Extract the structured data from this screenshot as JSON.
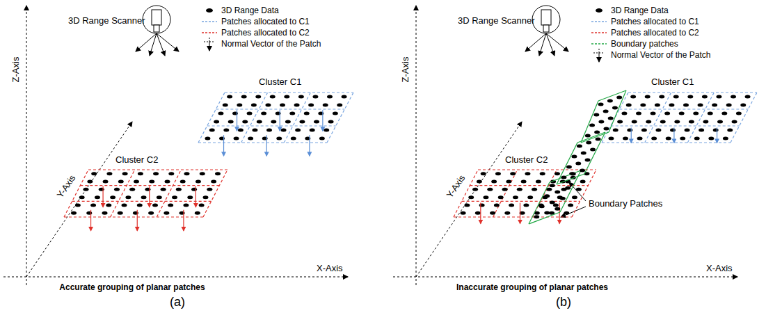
{
  "diagram": {
    "labels": [
      "Z-Axis",
      "Y-Axis",
      "X-Axis",
      "3D Range Scanner",
      "Cluster C1",
      "Cluster C2",
      "Accurate grouping of planar patches",
      "(a)",
      "Z-Axis",
      "Y-Axis",
      "X-Axis",
      "3D Range Scanner",
      "Cluster C1",
      "Cluster C2",
      "Boundary Patches",
      "Inaccurate grouping of planar patches",
      "(b)"
    ],
    "legend": [
      {
        "text": "3D Range Data"
      },
      {
        "text": "Patches allocated to C1"
      },
      {
        "text": "Patches allocated to C2"
      },
      {
        "text": "Normal Vector of the Patch"
      },
      {
        "text": "3D Range Data"
      },
      {
        "text": "Patches allocated to C1"
      },
      {
        "text": "Patches allocated to C2"
      },
      {
        "text": "Boundary patches"
      },
      {
        "text": "Normal Vector of the Patch"
      }
    ]
  }
}
